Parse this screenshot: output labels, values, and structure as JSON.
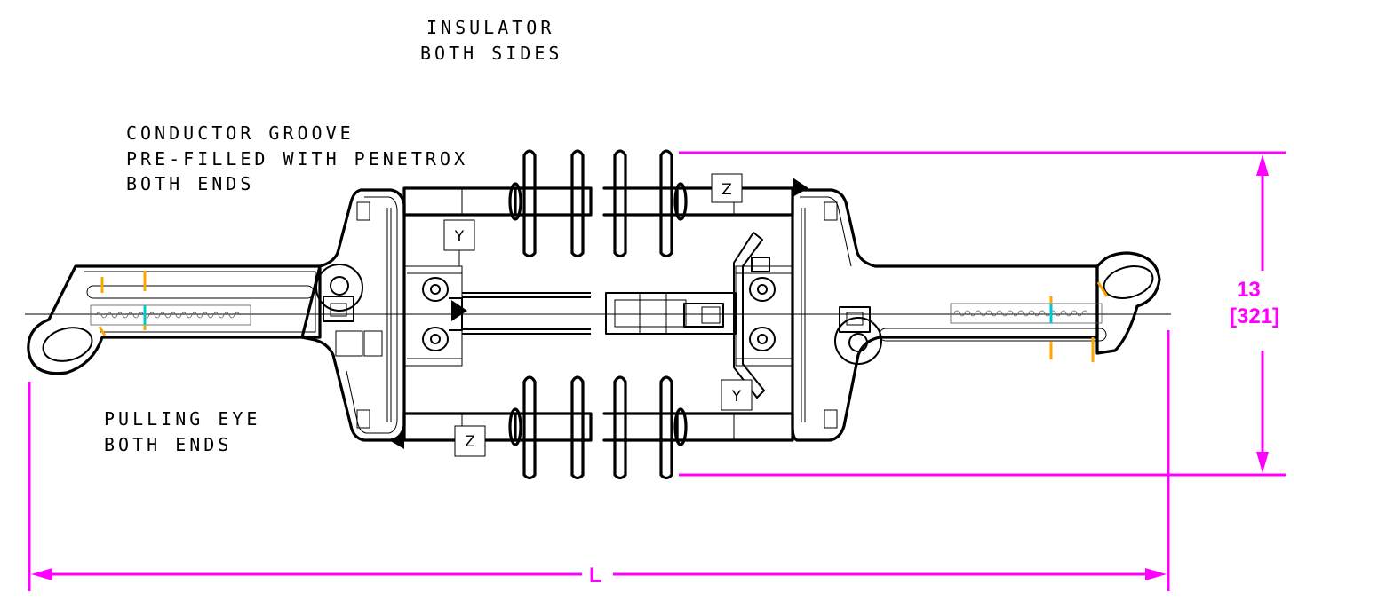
{
  "notes": {
    "insulator": [
      "INSULATOR",
      "BOTH SIDES"
    ],
    "groove": [
      "CONDUCTOR GROOVE",
      "PRE-FILLED WITH PENETROX",
      "BOTH ENDS"
    ],
    "eye": [
      "PULLING EYE",
      "BOTH ENDS"
    ]
  },
  "dimensions": {
    "height_in": "13",
    "height_mm": "[321]",
    "length": "L"
  },
  "section_labels": {
    "y_top": "Y",
    "z_top": "Z",
    "y_bottom": "Y",
    "z_bottom": "Z"
  },
  "colors": {
    "dimension": "#ff00ff",
    "marker_orange": "#ffa500",
    "marker_cyan": "#00c8d0"
  }
}
